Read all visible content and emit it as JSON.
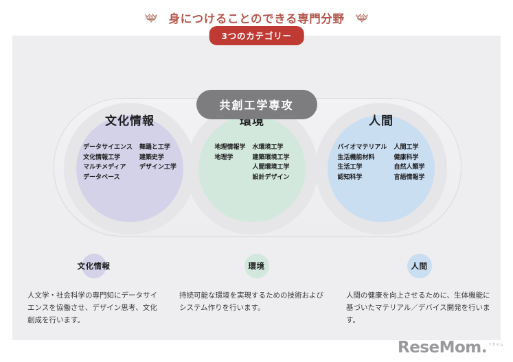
{
  "header": {
    "title": "身につけることのできる専門分野",
    "left_icon": "crown-icon",
    "right_icon": "crown-icon",
    "title_color": "#b2564b",
    "category_badge": "3つのカテゴリー",
    "badge_color": "#bf3a33"
  },
  "major": {
    "label": "共創工学専攻",
    "color": "#7d7d80"
  },
  "circles": [
    {
      "title": "文化情報",
      "color": "#d3d2e8",
      "halo_color": "#e6e6e9",
      "left_column": [
        "データサイエンス",
        "文化情報工学",
        "マルチメディア",
        "データベース"
      ],
      "right_column": [
        "舞踊と工学",
        "建築史学",
        "デザイン工学"
      ]
    },
    {
      "title": "環境",
      "color": "#d3e8dc",
      "halo_color": "#e6e6e9",
      "left_column": [
        "地理情報学",
        "地理学"
      ],
      "right_column": [
        "水環境工学",
        "建築環境工学",
        "人間環境工学",
        "設計デザイン"
      ]
    },
    {
      "title": "人間",
      "color": "#cadef2",
      "halo_color": "#e6e6e9",
      "left_column": [
        "バイオマテリアル",
        "生活機能材料",
        "生活工学",
        "認知科学"
      ],
      "right_column": [
        "人間工学",
        "健康科学",
        "自然人類学",
        "言語情報学"
      ]
    }
  ],
  "descriptions": [
    {
      "label": "文化情報",
      "color": "#d3d2e8",
      "text": "人文学・社会科学の専門知にデータサイエンスを協働させ、デザイン思考、文化創成を行います。"
    },
    {
      "label": "環境",
      "color": "#d3e8dc",
      "text": "持続可能な環境を実現するための技術およびシステム作りを行います。"
    },
    {
      "label": "人間",
      "color": "#cadef2",
      "text": "人間の健康を向上させるために、生体機能に基づいたマテリアル／デバイス開発を行います。"
    }
  ],
  "watermark": {
    "text": "ReseMom.",
    "sub": "リセマム"
  }
}
